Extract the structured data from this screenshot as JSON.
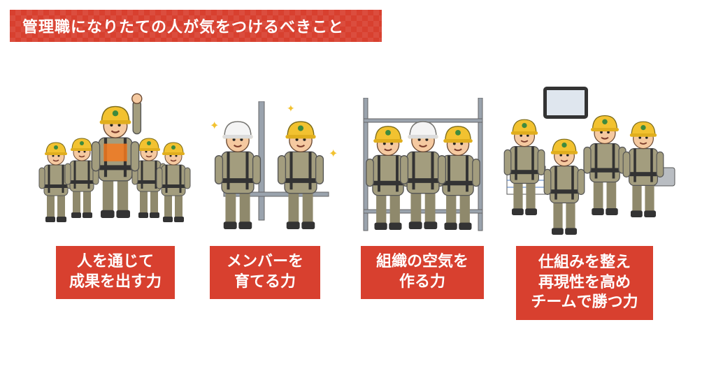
{
  "title": "管理職になりたての人が気をつけるべきこと",
  "panels": [
    {
      "lines": [
        "人を通じて",
        "成果を出す力"
      ]
    },
    {
      "lines": [
        "メンバーを",
        "育てる力"
      ]
    },
    {
      "lines": [
        "組織の空気を",
        "作る力"
      ]
    },
    {
      "lines": [
        "仕組みを整え",
        "再現性を高め",
        "チームで勝つ力"
      ]
    }
  ],
  "colors": {
    "accent": "#d8402f",
    "helmet": "#f2c230",
    "uniform": "#9a9476",
    "text_on_accent": "#ffffff"
  }
}
